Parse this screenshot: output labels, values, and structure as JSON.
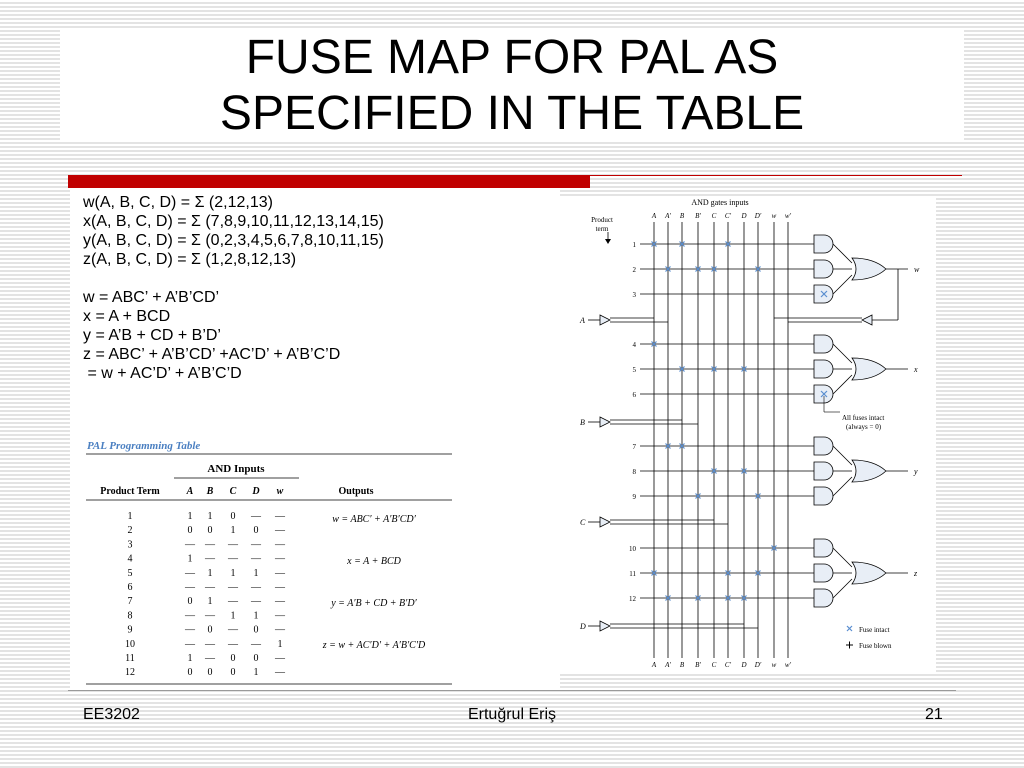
{
  "title": {
    "line1": "FUSE MAP FOR PAL AS",
    "line2": "SPECIFIED IN THE TABLE"
  },
  "functions": [
    "w(A, B, C, D) = Σ (2,12,13)",
    "x(A, B, C, D) = Σ (7,8,9,10,11,12,13,14,15)",
    "y(A, B, C, D) = Σ (0,2,3,4,5,6,7,8,10,11,15)",
    "z(A, B, C, D) = Σ (1,2,8,12,13)"
  ],
  "simplified": [
    "w = ABC’ + A’B’CD’",
    "x = A + BCD",
    "y = A’B + CD + B’D’",
    "z = ABC’ + A’B’CD’ +AC’D’ + A’B’C’D",
    " = w + AC’D’ + A’B’C’D"
  ],
  "pal_table": {
    "title": "PAL Programming Table",
    "group_header": "AND Inputs",
    "headers": [
      "Product Term",
      "A",
      "B",
      "C",
      "D",
      "w",
      "Outputs"
    ],
    "rows": [
      [
        "1",
        "1",
        "1",
        "0",
        "—",
        "—"
      ],
      [
        "2",
        "0",
        "0",
        "1",
        "0",
        "—"
      ],
      [
        "3",
        "—",
        "—",
        "—",
        "—",
        "—"
      ],
      [
        "4",
        "1",
        "—",
        "—",
        "—",
        "—"
      ],
      [
        "5",
        "—",
        "1",
        "1",
        "1",
        "—"
      ],
      [
        "6",
        "—",
        "—",
        "—",
        "—",
        "—"
      ],
      [
        "7",
        "0",
        "1",
        "—",
        "—",
        "—"
      ],
      [
        "8",
        "—",
        "—",
        "1",
        "1",
        "—"
      ],
      [
        "9",
        "—",
        "0",
        "—",
        "0",
        "—"
      ],
      [
        "10",
        "—",
        "—",
        "—",
        "—",
        "1"
      ],
      [
        "11",
        "1",
        "—",
        "0",
        "0",
        "—"
      ],
      [
        "12",
        "0",
        "0",
        "0",
        "1",
        "—"
      ]
    ],
    "outputs": [
      "w = ABC′ + A′B′CD′",
      "x = A + BCD",
      "y = A′B + CD + B′D′",
      "z = w + AC′D′ + A′B′C′D"
    ]
  },
  "diagram": {
    "header": "AND gates inputs",
    "columns": [
      "A",
      "A′",
      "B",
      "B′",
      "C",
      "C′",
      "D",
      "D′",
      "w",
      "w′"
    ],
    "product_term_label": [
      "Product",
      "term"
    ],
    "terms": [
      "1",
      "2",
      "3",
      "4",
      "5",
      "6",
      "7",
      "8",
      "9",
      "10",
      "11",
      "12"
    ],
    "inputs": [
      "A",
      "B",
      "C",
      "D"
    ],
    "outputs": [
      "w",
      "x",
      "y",
      "z"
    ],
    "note": [
      "All fuses intact",
      "(always = 0)"
    ],
    "legend": [
      "Fuse intact",
      "Fuse blown"
    ]
  },
  "footer": {
    "left": "EE3202",
    "center": "Ertuğrul Eriş",
    "right": "21"
  },
  "colors": {
    "accent": "#c00000",
    "table_title": "#4a7fc1",
    "fuse_mark": "#5b8fd0"
  }
}
